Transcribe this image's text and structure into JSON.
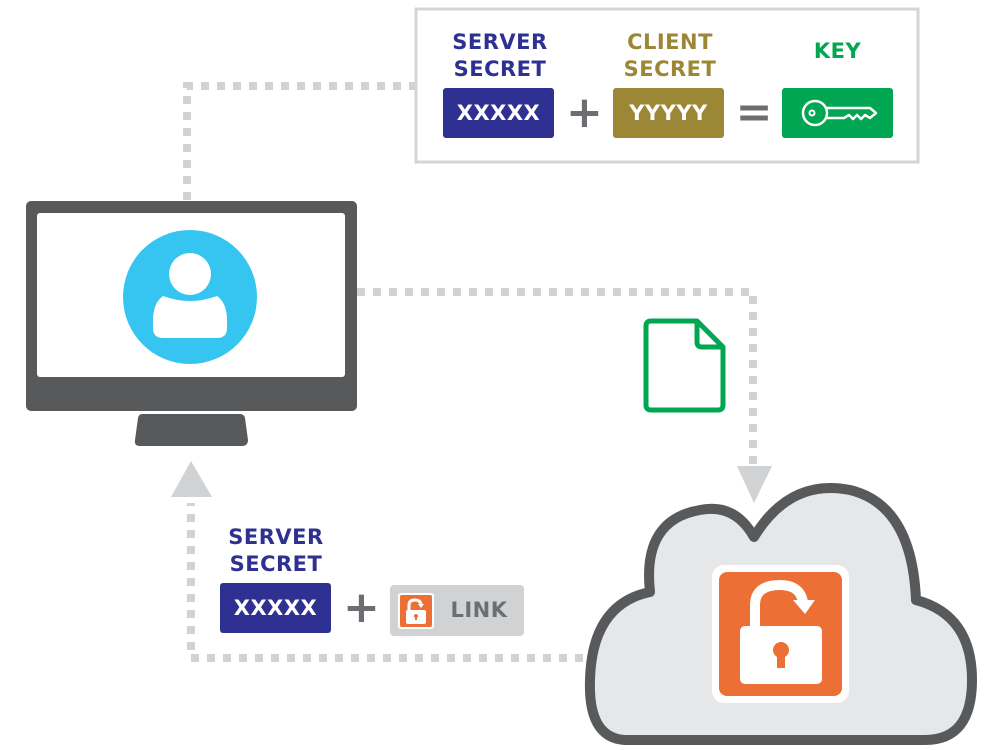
{
  "colors": {
    "server": "#2e3192",
    "client": "#9b8735",
    "key": "#00a651",
    "connector": "#d1d2d4",
    "device": "#58595b",
    "user": "#36c5f0",
    "lock": "#ec7035",
    "cloud_fill": "#e6e7e8",
    "link_chip": "#d1d2d4",
    "link_text": "#6d6e71"
  },
  "key_formula": {
    "server_secret_label_line1": "SERVER",
    "server_secret_label_line2": "SECRET",
    "server_secret_value": "XXXXX",
    "plus": "+",
    "client_secret_label_line1": "CLIENT",
    "client_secret_label_line2": "SECRET",
    "client_secret_value": "YYYYY",
    "equals": "=",
    "key_label": "KEY",
    "key_icon": "key-icon"
  },
  "computer": {
    "icon": "monitor-icon",
    "user_icon": "user-avatar-icon"
  },
  "upload": {
    "file_icon": "file-icon",
    "arrow": "arrow-down-icon"
  },
  "cloud": {
    "icon": "cloud-icon",
    "lock_icon": "unlocked-padlock-icon"
  },
  "return_package": {
    "server_secret_label_line1": "SERVER",
    "server_secret_label_line2": "SECRET",
    "server_secret_value": "XXXXX",
    "plus": "+",
    "link_label": "LINK",
    "link_lock_icon": "unlocked-padlock-icon",
    "arrow": "arrow-up-icon"
  }
}
